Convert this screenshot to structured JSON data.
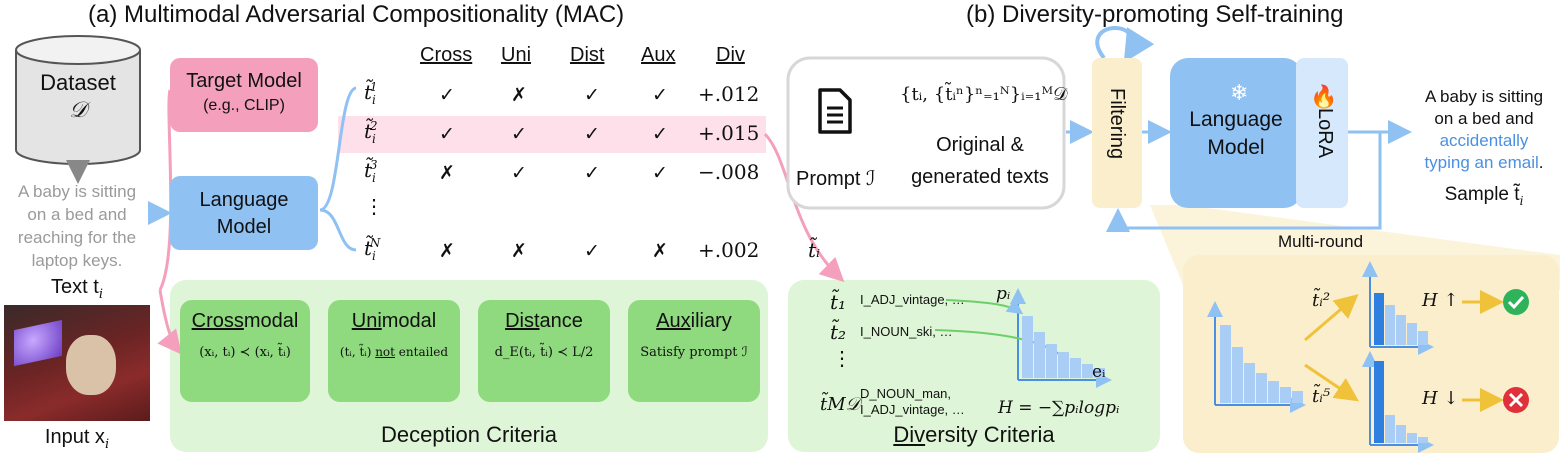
{
  "titles": {
    "left": "(a) Multimodal Adversarial Compositionality (MAC)",
    "right": "(b) Diversity-promoting Self-training"
  },
  "dataset": {
    "label": "Dataset",
    "symbol": "𝒟"
  },
  "input": {
    "text_lines": [
      "A baby is sitting",
      "on a bed and",
      "reaching for the",
      "laptop keys."
    ],
    "text_label": "Text t",
    "text_sub": "i",
    "image_label": "Input x",
    "image_sub": "i"
  },
  "target_model": {
    "title": "Target Model",
    "sub": "(e.g., CLIP)"
  },
  "language_model_left": {
    "line1": "Language",
    "line2": "Model"
  },
  "table": {
    "columns": [
      "Cross",
      "Uni",
      "Dist",
      "Aux",
      "Div"
    ],
    "rows": [
      {
        "sup": "1",
        "marks": [
          "✓",
          "✗",
          "✓",
          "✓"
        ],
        "div": "+.012"
      },
      {
        "sup": "2",
        "marks": [
          "✓",
          "✓",
          "✓",
          "✓"
        ],
        "div": "+.015"
      },
      {
        "sup": "3",
        "marks": [
          "✗",
          "✓",
          "✓",
          "✓"
        ],
        "div": "−.008"
      },
      {
        "sup": "N",
        "marks": [
          "✗",
          "✗",
          "✓",
          "✗"
        ],
        "div": "+.002"
      }
    ],
    "ellipsis": "⋮"
  },
  "criteria": {
    "title": "Deception Criteria",
    "items": [
      {
        "u": "Cross",
        "rest": "modal",
        "formula": "(xᵢ, tᵢ) ≺ (xᵢ, t̃ᵢ)"
      },
      {
        "u": "Uni",
        "rest": "modal",
        "formula_pre": "(tᵢ, t̃ᵢ) ",
        "formula_u": "not",
        "formula_post": " entailed"
      },
      {
        "u": "Dist",
        "rest": "ance",
        "formula": "d_E(tᵢ, t̃ᵢ) ≺ L/2"
      },
      {
        "u": "Aux",
        "rest": "iliary",
        "formula": "Satisfy prompt ℐ"
      }
    ]
  },
  "prompt_box": {
    "prompt_label": "Prompt ℐ",
    "set_formula": "{tᵢ, {t̃ᵢⁿ}ⁿ₌₁ᴺ}ᵢ₌₁ᴹ𝒟",
    "caption1": "Original &",
    "caption2": "generated texts"
  },
  "right_pipeline": {
    "filtering": "Filtering",
    "language_model": {
      "line1": "Language",
      "line2": "Model"
    },
    "lora": "LoRA",
    "multi_round": "Multi-round",
    "sample_label": "Sample t̃",
    "sample_sub": "i",
    "output_lines_black": [
      "A baby is sitting",
      "on a bed and"
    ],
    "output_lines_blue": [
      "accidentally",
      "typing an email"
    ],
    "output_period": "."
  },
  "diversity": {
    "title_u": "Div",
    "title_rest": "ersity Criteria",
    "ti_label": "t̃ᵢ",
    "rows": [
      {
        "label": "t̃₁",
        "text": "I_ADJ_vintage, …"
      },
      {
        "label": "t̃₂",
        "text": "I_NOUN_ski, …"
      },
      {
        "label": "t̃M𝒟",
        "text": "D_NOUN_man,",
        "text2": "I_ADJ_vintage, …"
      }
    ],
    "ellipsis": "⋮",
    "p_label": "pᵢ",
    "e_label": "eᵢ",
    "entropy": "H = −∑pᵢlogpᵢ"
  },
  "detail": {
    "upper_label": "t̃ᵢ²",
    "lower_label": "t̃ᵢ⁵",
    "h_up": "H ↑",
    "h_down": "H ↓"
  },
  "colors": {
    "pink": "#f4a0bc",
    "pink_light": "#fde0ea",
    "blue": "#8fc1f3",
    "blue_dark": "#4a90e2",
    "green": "#8fd97f",
    "green_light": "#dff5d7",
    "yellow_light": "#fbeecc",
    "yellow": "#f0c23a",
    "check_green": "#2fb35a",
    "cross_red": "#e0303a"
  }
}
